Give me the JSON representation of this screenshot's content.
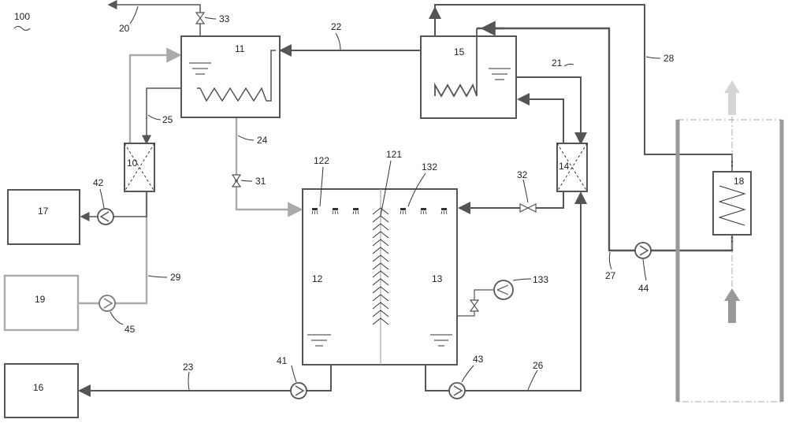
{
  "figure_label": "100",
  "components": {
    "c10": "10",
    "c11": "11",
    "c12": "12",
    "c13": "13",
    "c14": "14",
    "c15": "15",
    "c16": "16",
    "c17": "17",
    "c18": "18",
    "c19": "19"
  },
  "pipes": {
    "p20": "20",
    "p21": "21",
    "p22": "22",
    "p23": "23",
    "p24": "24",
    "p25": "25",
    "p26": "26",
    "p27": "27",
    "p28": "28",
    "p29": "29"
  },
  "valves": {
    "v31": "31",
    "v32": "32",
    "v33": "33"
  },
  "pumps": {
    "u41": "41",
    "u42": "42",
    "u43": "43",
    "u44": "44",
    "u45": "45",
    "u133": "133"
  },
  "internals": {
    "i121": "121",
    "i122": "122",
    "i132": "132"
  },
  "colors": {
    "dark_line": "#555555",
    "light_line": "#aaaaaa",
    "airflow_in": "#999999",
    "airflow_out": "#d5d5d5"
  }
}
